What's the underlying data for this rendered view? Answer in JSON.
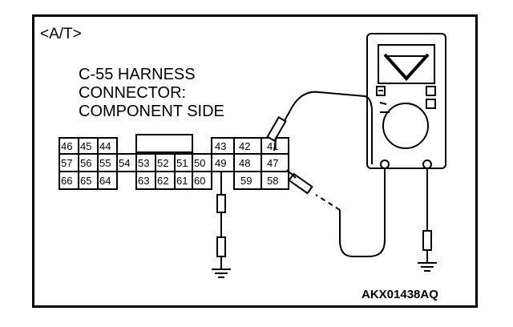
{
  "header": {
    "tag": "<A/T>"
  },
  "connector": {
    "title_lines": [
      "C-55 HARNESS",
      "CONNECTOR:",
      "COMPONENT SIDE"
    ],
    "pins": {
      "p46": "46",
      "p45": "45",
      "p44": "44",
      "p43": "43",
      "p42": "42",
      "p41": "41",
      "p57": "57",
      "p56": "56",
      "p55": "55",
      "p54": "54",
      "p53": "53",
      "p52": "52",
      "p51": "51",
      "p50": "50",
      "p49": "49",
      "p48": "48",
      "p47": "47",
      "p66": "66",
      "p65": "65",
      "p64": "64",
      "p63": "63",
      "p62": "62",
      "p61": "61",
      "p60": "60",
      "p59": "59",
      "p58": "58"
    }
  },
  "figure_code": "AKX01438AQ"
}
